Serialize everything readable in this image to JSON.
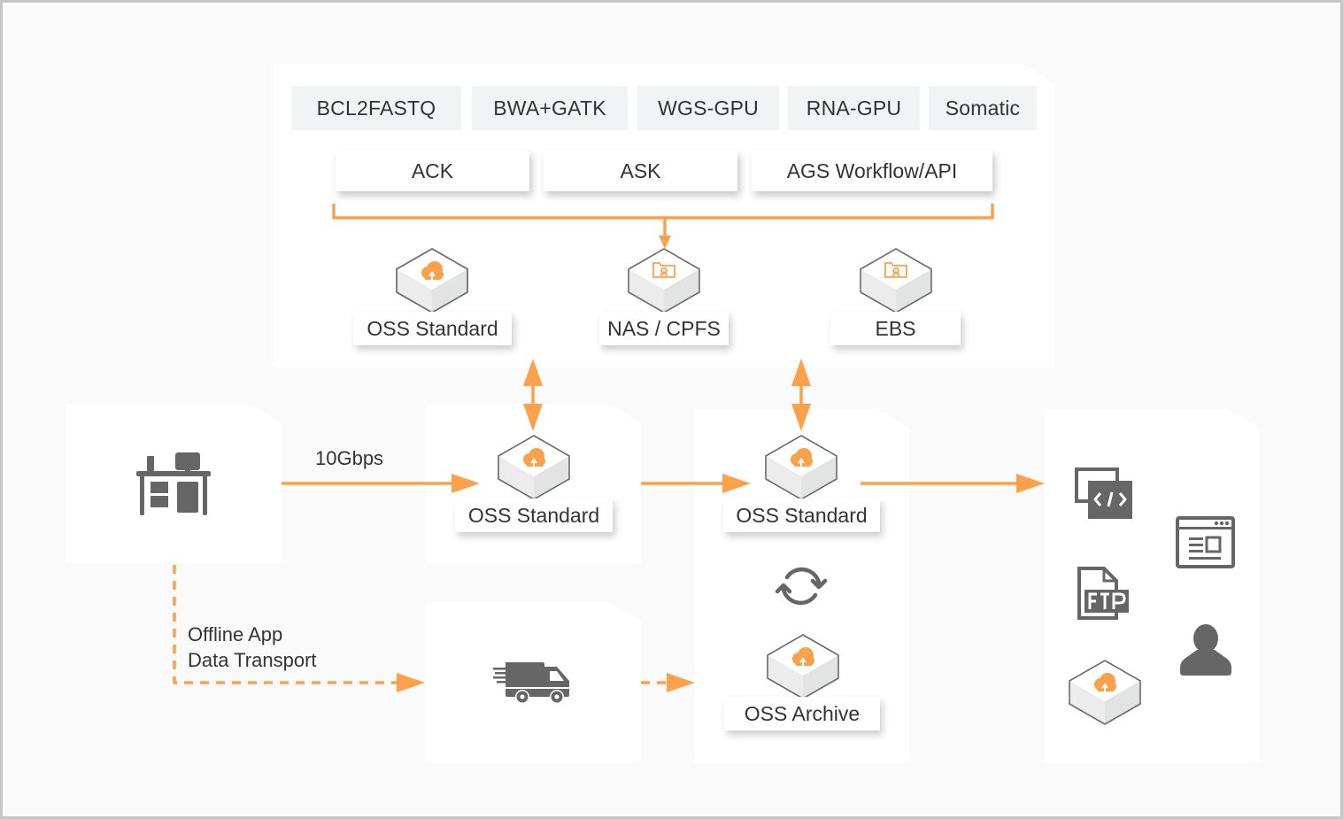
{
  "colors": {
    "accent": "#fba14b",
    "icon_gray": "#666666",
    "chip_bg": "#f1f3f4",
    "frame_border": "#c6c6c6",
    "background": "#fafafa"
  },
  "compute_card": {
    "pipelines": [
      "BCL2FASTQ",
      "BWA+GATK",
      "WGS-GPU",
      "RNA-GPU",
      "Somatic"
    ],
    "services": [
      "ACK",
      "ASK",
      "AGS Workflow/API"
    ],
    "storage": [
      {
        "label": "OSS Standard",
        "icon": "oss-cloud-icon"
      },
      {
        "label": "NAS / CPFS",
        "icon": "nas-folder-icon"
      },
      {
        "label": "EBS",
        "icon": "ebs-folder-icon"
      }
    ]
  },
  "source_card": {
    "icon": "office-desk-icon"
  },
  "link_label": "10Gbps",
  "offline_label": {
    "line1": "Offline App",
    "line2": "Data Transport"
  },
  "ingest_card": {
    "label": "OSS Standard",
    "icon": "oss-cloud-icon"
  },
  "transport_card": {
    "icon": "delivery-truck-icon"
  },
  "tier_card": {
    "top_label": "OSS Standard",
    "sync_icon": "sync-icon",
    "bottom_label": "OSS Archive"
  },
  "consumers_card": {
    "icons": [
      "code-window-icon",
      "browser-window-icon",
      "ftp-file-icon",
      "user-icon",
      "oss-cloud-icon"
    ]
  }
}
